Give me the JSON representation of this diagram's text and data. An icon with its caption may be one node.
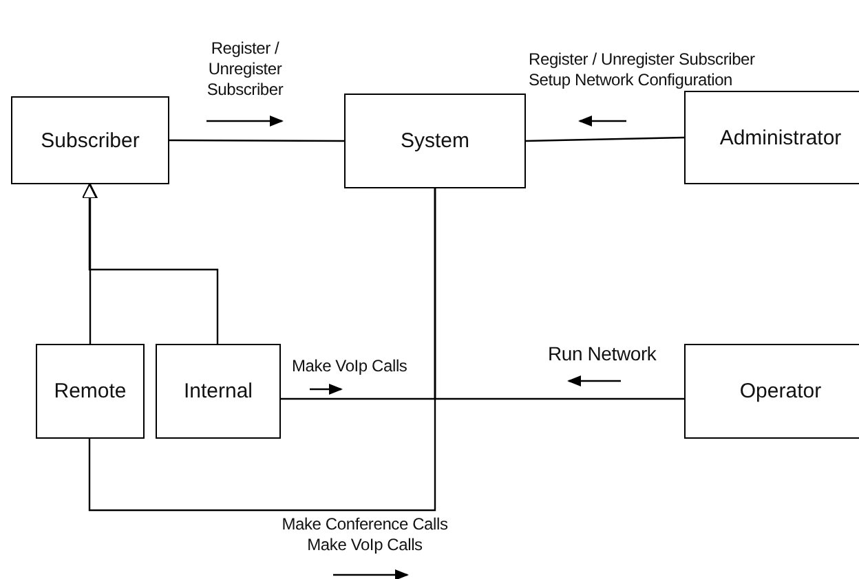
{
  "diagram": {
    "nodes": [
      {
        "text": [
          "Subscriber"
        ]
      },
      {
        "text": [
          "System"
        ]
      },
      {
        "text": [
          "Administrator"
        ]
      },
      {
        "text": [
          "Remote"
        ]
      },
      {
        "text": [
          "Internal"
        ]
      },
      {
        "text": [
          "Operator"
        ]
      }
    ],
    "edges": [
      {
        "from": 0,
        "to": 1,
        "arrow": "none",
        "label": "Register / Unregister Subscriber"
      },
      {
        "from": 2,
        "to": 1,
        "arrow": "none",
        "label": "Register / Unregister Subscriber Setup Network Configuration"
      },
      {
        "from": 3,
        "to": 0,
        "arrow": "to"
      },
      {
        "from": 4,
        "to": 0,
        "arrow": "to"
      },
      {
        "from": 4,
        "to": 1,
        "arrow": "none",
        "label": "Make VoIp Calls"
      },
      {
        "from": 5,
        "to": 1,
        "arrow": "none",
        "label": "Run Network"
      },
      {
        "from": 3,
        "to": 1,
        "arrow": "none",
        "label": "Make Conference Calls Make VoIp Calls"
      }
    ]
  }
}
